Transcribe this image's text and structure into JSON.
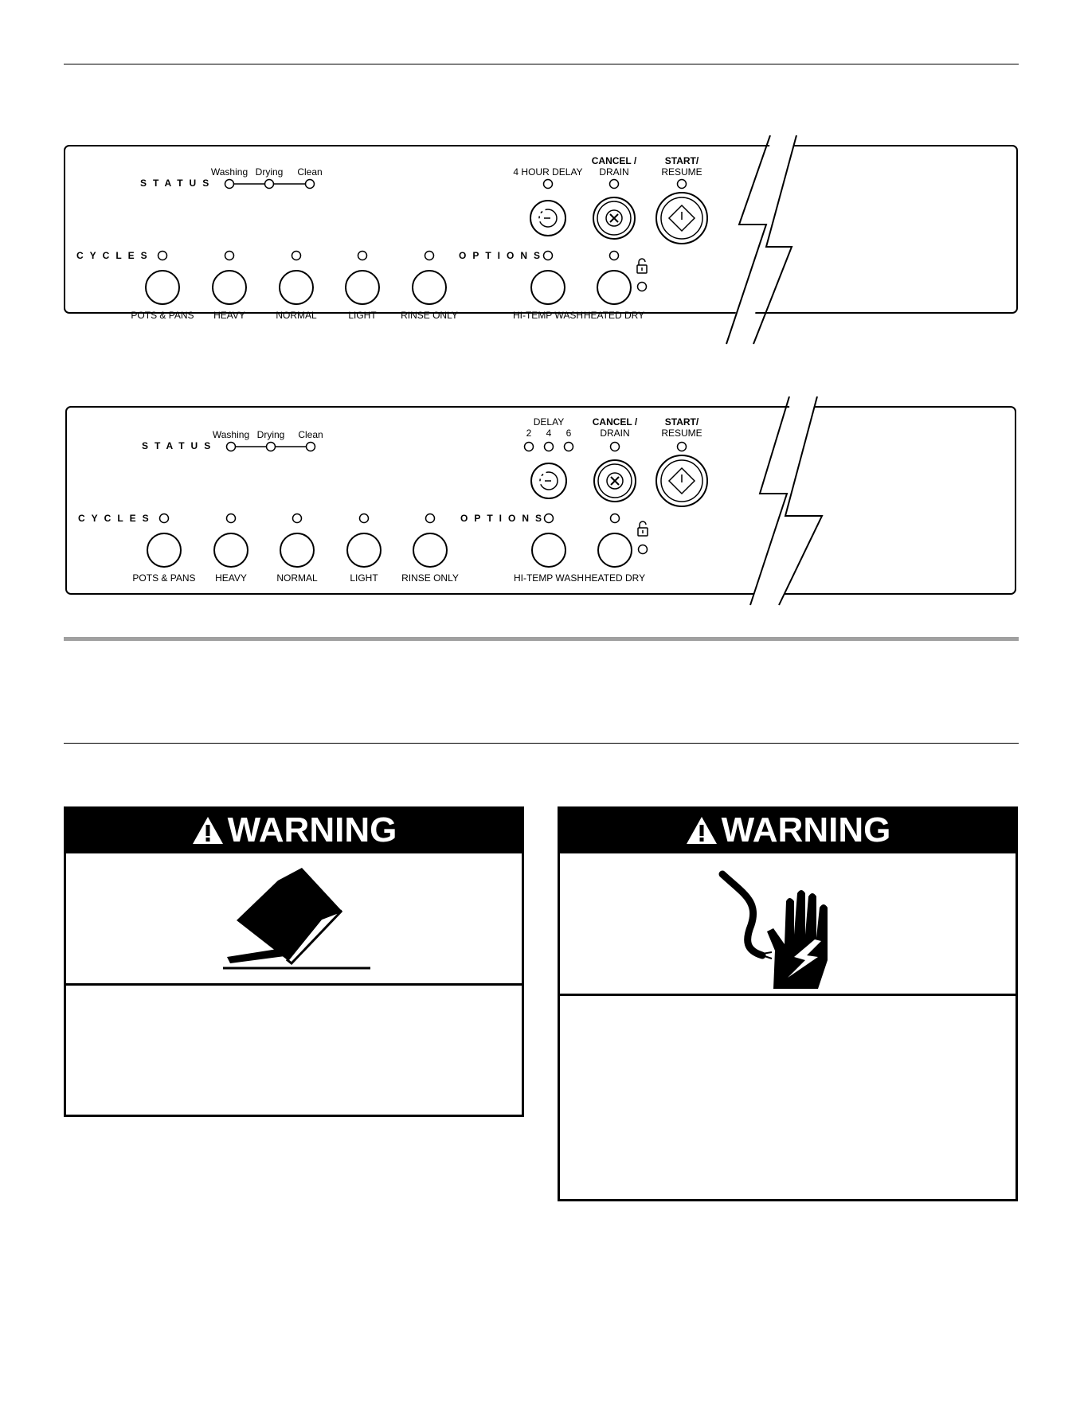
{
  "panel1": {
    "status_label": "STATUS",
    "status_lights": [
      "Washing",
      "Drying",
      "Clean"
    ],
    "delay_label": "4 HOUR DELAY",
    "cancel_label_1": "CANCEL /",
    "cancel_label_2": "DRAIN",
    "start_label_1": "START/",
    "start_label_2": "RESUME",
    "cycles_label": "CYCLES",
    "options_label": "OPTIONS",
    "cycles": [
      "POTS & PANS",
      "HEAVY",
      "NORMAL",
      "LIGHT",
      "RINSE ONLY"
    ],
    "options": [
      "HI-TEMP WASH",
      "HEATED DRY"
    ]
  },
  "panel2": {
    "status_label": "STATUS",
    "status_lights": [
      "Washing",
      "Drying",
      "Clean"
    ],
    "delay_label": "DELAY",
    "delay_hours": [
      "2",
      "4",
      "6"
    ],
    "cancel_label_1": "CANCEL /",
    "cancel_label_2": "DRAIN",
    "start_label_1": "START/",
    "start_label_2": "RESUME",
    "cycles_label": "CYCLES",
    "options_label": "OPTIONS",
    "cycles": [
      "POTS & PANS",
      "HEAVY",
      "NORMAL",
      "LIGHT",
      "RINSE ONLY"
    ],
    "options": [
      "HI-TEMP WASH",
      "HEATED DRY"
    ]
  },
  "warnings": [
    {
      "title": "WARNING",
      "icon": "tip-over-icon"
    },
    {
      "title": "WARNING",
      "icon": "electrical-shock-icon"
    }
  ]
}
